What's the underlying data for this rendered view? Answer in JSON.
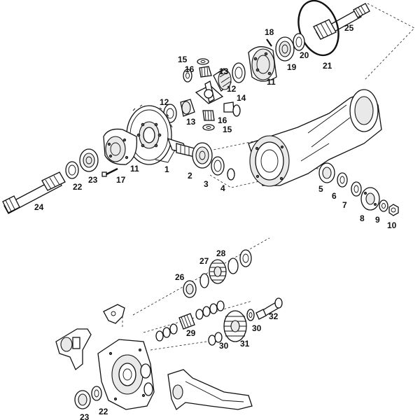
{
  "labels": {
    "p1": "1",
    "p2": "2",
    "p3": "3",
    "p4": "4",
    "p5": "5",
    "p6": "6",
    "p7": "7",
    "p8": "8",
    "p9": "9",
    "p10": "10",
    "p11a": "11",
    "p11b": "11",
    "p12a": "12",
    "p12b": "12",
    "p13a": "13",
    "p13b": "13",
    "p14": "14",
    "p15a": "15",
    "p15b": "15",
    "p16a": "16",
    "p16b": "16",
    "p17": "17",
    "p18": "18",
    "p19": "19",
    "p20": "20",
    "p21": "21",
    "p22a": "22",
    "p22b": "22",
    "p23a": "23",
    "p23b": "23",
    "p24": "24",
    "p25": "25",
    "p26": "26",
    "p27": "27",
    "p28": "28",
    "p29": "29",
    "p30a": "30",
    "p30b": "30",
    "p31": "31",
    "p32": "32"
  }
}
